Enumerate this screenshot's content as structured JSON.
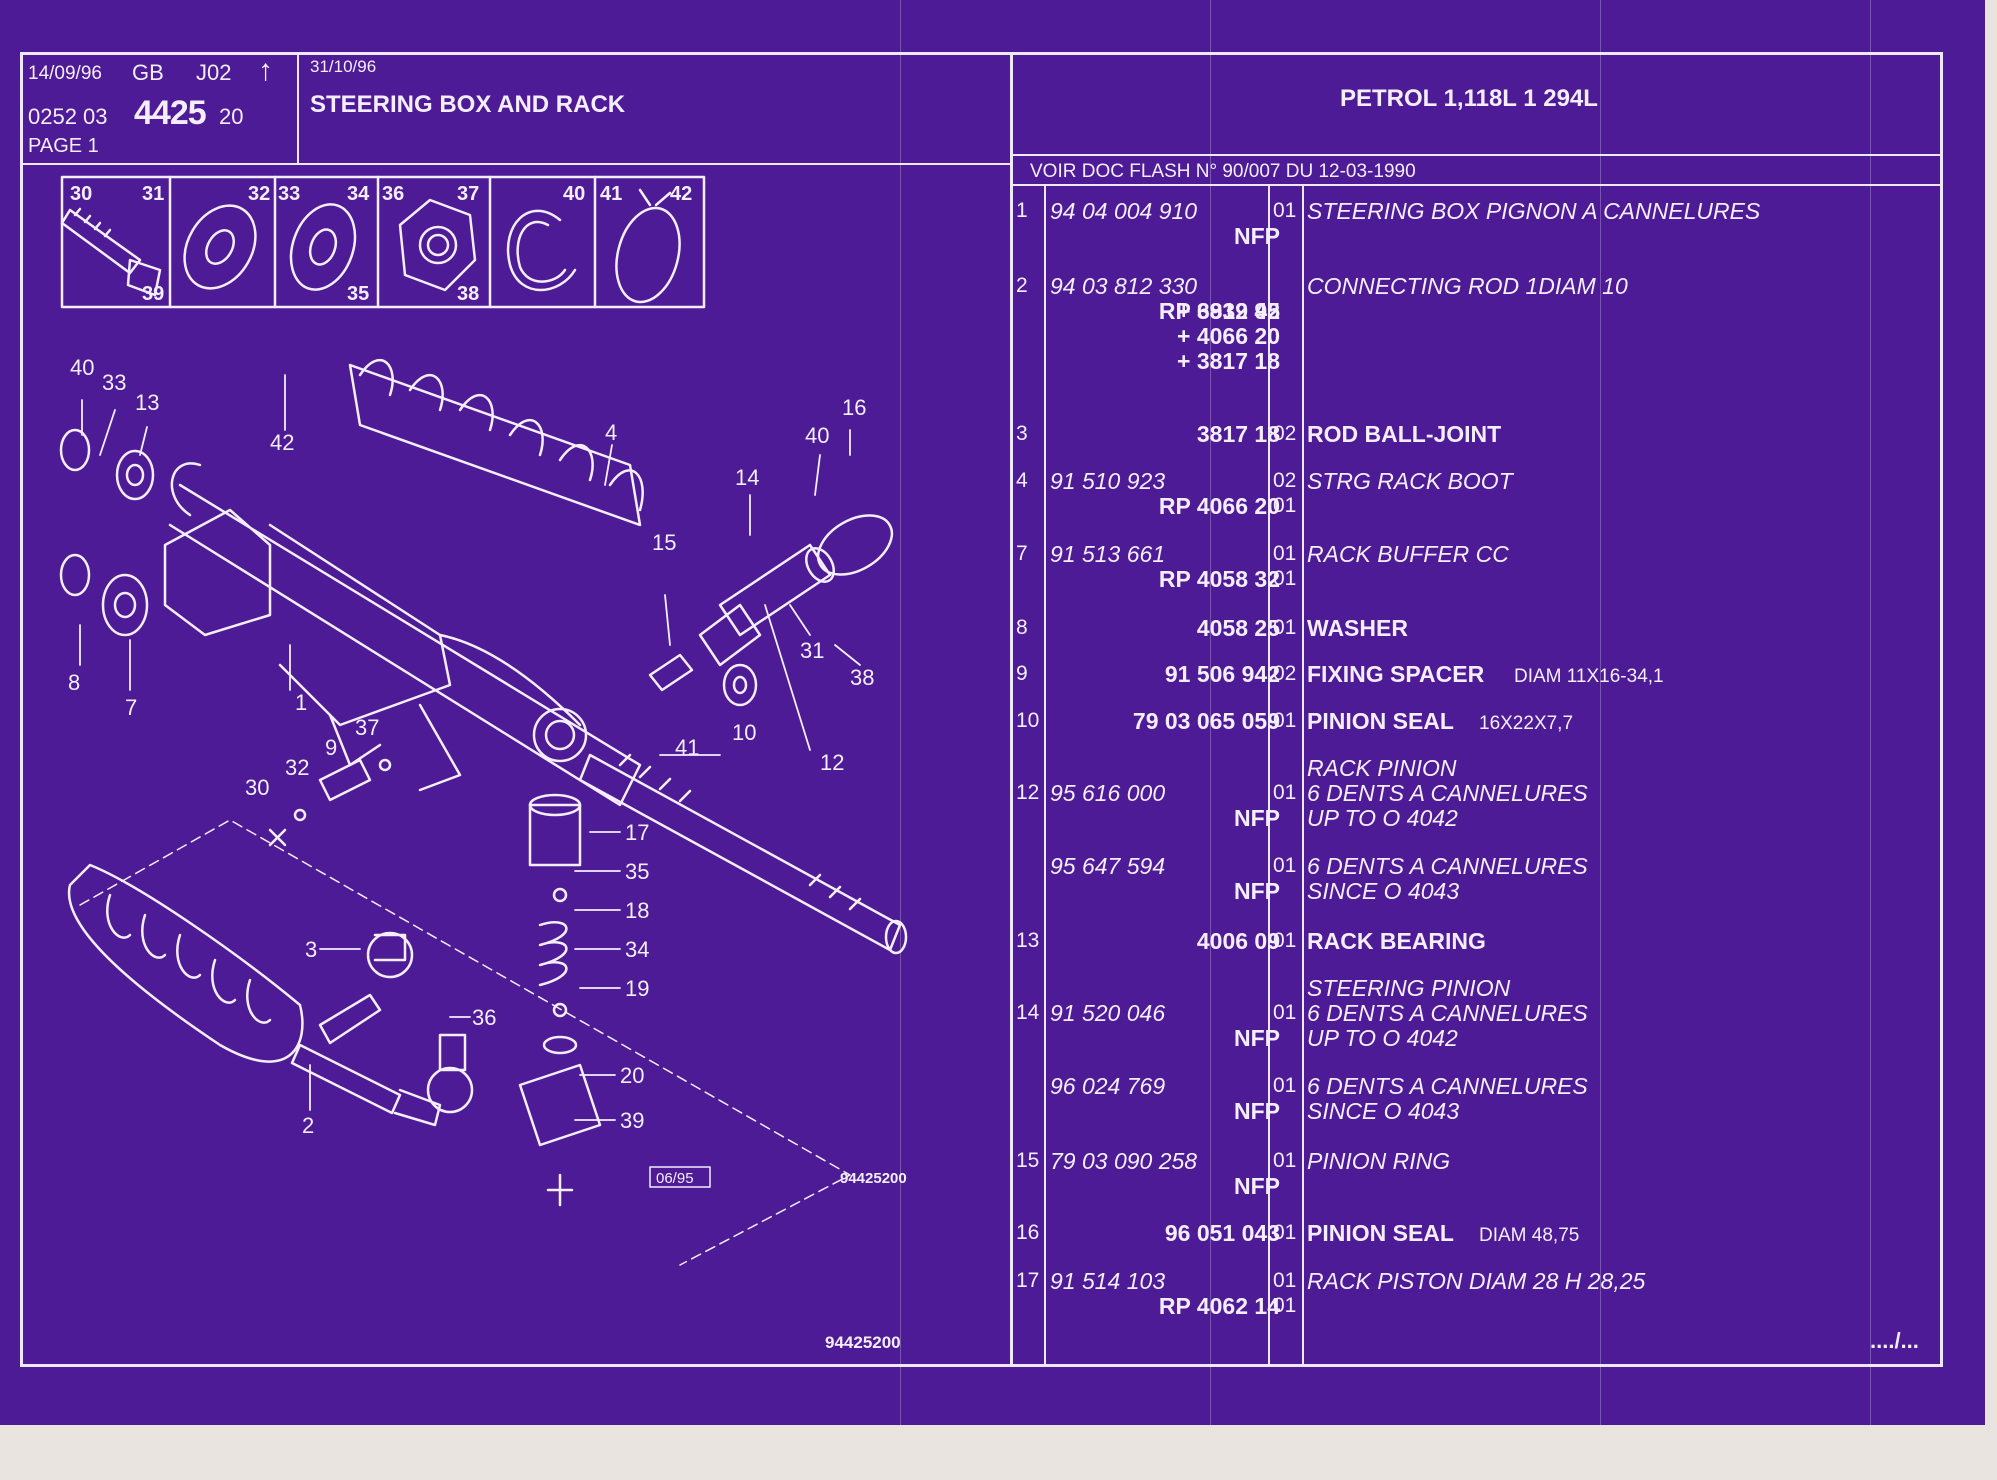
{
  "header": {
    "date_left": "14/09/96",
    "lang": "GB",
    "code": "J02",
    "arrow": "↑",
    "ref_prefix": "0252 03",
    "ref_main": "4425",
    "ref_suffix": "20",
    "page": "PAGE 1",
    "date_right": "31/10/96",
    "title": "STEERING BOX AND RACK",
    "engine": "PETROL 1,118L 1 294L",
    "flash_note": "VOIR DOC FLASH N° 90/007 DU 12-03-1990"
  },
  "hardware_boxes": [
    {
      "tl": "30",
      "tr": "31",
      "br": "39"
    },
    {
      "tl": "",
      "tr": "32",
      "br": ""
    },
    {
      "tl": "33",
      "tr": "34",
      "br": "35"
    },
    {
      "tl": "36",
      "tr": "37",
      "br": "38"
    },
    {
      "tl": "",
      "tr": "40",
      "br": ""
    },
    {
      "tl": "41",
      "tr": "42",
      "br": ""
    }
  ],
  "callouts": [
    {
      "id": "c40a",
      "t": "40"
    },
    {
      "id": "c33a",
      "t": "33"
    },
    {
      "id": "c13",
      "t": "13"
    },
    {
      "id": "c42",
      "t": "42"
    },
    {
      "id": "c4",
      "t": "4"
    },
    {
      "id": "c16",
      "t": "16"
    },
    {
      "id": "c40b",
      "t": "40"
    },
    {
      "id": "c14",
      "t": "14"
    },
    {
      "id": "c15",
      "t": "15"
    },
    {
      "id": "c8",
      "t": "8"
    },
    {
      "id": "c7",
      "t": "7"
    },
    {
      "id": "c1",
      "t": "1"
    },
    {
      "id": "c31",
      "t": "31"
    },
    {
      "id": "c38",
      "t": "38"
    },
    {
      "id": "c10",
      "t": "10"
    },
    {
      "id": "c41",
      "t": "41"
    },
    {
      "id": "c12",
      "t": "12"
    },
    {
      "id": "c37",
      "t": "37"
    },
    {
      "id": "c9",
      "t": "9"
    },
    {
      "id": "c32",
      "t": "32"
    },
    {
      "id": "c30",
      "t": "30"
    },
    {
      "id": "c17",
      "t": "17"
    },
    {
      "id": "c35",
      "t": "35"
    },
    {
      "id": "c18",
      "t": "18"
    },
    {
      "id": "c34",
      "t": "34"
    },
    {
      "id": "c19",
      "t": "19"
    },
    {
      "id": "c3",
      "t": "3"
    },
    {
      "id": "c36",
      "t": "36"
    },
    {
      "id": "c20",
      "t": "20"
    },
    {
      "id": "c39",
      "t": "39"
    },
    {
      "id": "c2",
      "t": "2"
    }
  ],
  "diagram_stamp": "06/95",
  "diagram_code": "94425200",
  "footer_code": "94425200",
  "continued": "..../...",
  "parts": [
    {
      "idx": "1",
      "ref": "94 04 004 910",
      "ref2": "NFP",
      "qty": "01",
      "qty2": "",
      "desc": "STEERING BOX PIGNON A CANNELURES",
      "desc_bold": false
    },
    {
      "idx": "2",
      "ref": "94 03 812 330",
      "ref2": "RP  3812 95",
      "qty": "",
      "qty2": "",
      "desc": "CONNECTING ROD 1DIAM 10",
      "desc_bold": false
    },
    {
      "idx": "",
      "ref": "",
      "ref2": "+  6939 42",
      "qty": "",
      "qty2": "",
      "desc": "",
      "desc_bold": false
    },
    {
      "idx": "",
      "ref": "",
      "ref2": "+  4066 20",
      "qty": "",
      "qty2": "",
      "desc": "",
      "desc_bold": false
    },
    {
      "idx": "",
      "ref": "",
      "ref2": "+  3817 18",
      "qty": "",
      "qty2": "",
      "desc": "",
      "desc_bold": false
    },
    {
      "idx": "3",
      "ref": "",
      "ref2": "3817 18",
      "qty": "02",
      "qty2": "",
      "desc": "ROD BALL-JOINT",
      "desc_bold": true
    },
    {
      "idx": "4",
      "ref": "91 510 923",
      "ref2": "RP  4066 20",
      "qty": "02",
      "qty2": "01",
      "desc": "STRG RACK BOOT",
      "desc_bold": false
    },
    {
      "idx": "7",
      "ref": "91 513 661",
      "ref2": "RP  4058 32",
      "qty": "01",
      "qty2": "01",
      "desc": "RACK BUFFER CC",
      "desc_bold": false
    },
    {
      "idx": "8",
      "ref": "",
      "ref2": "4058 25",
      "qty": "01",
      "qty2": "",
      "desc": "WASHER",
      "desc_bold": true
    },
    {
      "idx": "9",
      "ref": "",
      "ref2": "91 506 942",
      "qty": "02",
      "qty2": "",
      "desc": "FIXING SPACER",
      "desc_bold": true,
      "desc_extra": "DIAM 11X16-34,1"
    },
    {
      "idx": "10",
      "ref": "",
      "ref2": "79 03 065 059",
      "qty": "01",
      "qty2": "",
      "desc": "PINION SEAL",
      "desc_bold": true,
      "desc_extra": "16X22X7,7"
    },
    {
      "idx": "",
      "ref": "",
      "ref2": "",
      "qty": "",
      "qty2": "",
      "desc": "RACK PINION",
      "desc_bold": false
    },
    {
      "idx": "12",
      "ref": "95 616 000",
      "ref2": "NFP",
      "qty": "01",
      "qty2": "",
      "desc": "6 DENTS A CANNELURES",
      "desc_bold": false,
      "desc2": "UP  TO  O  4042"
    },
    {
      "idx": "",
      "ref": "95 647 594",
      "ref2": "NFP",
      "qty": "01",
      "qty2": "",
      "desc": "6 DENTS A CANNELURES",
      "desc_bold": false,
      "desc2": "SINCE  O  4043"
    },
    {
      "idx": "13",
      "ref": "",
      "ref2": "4006 09",
      "qty": "01",
      "qty2": "",
      "desc": "RACK BEARING",
      "desc_bold": true
    },
    {
      "idx": "",
      "ref": "",
      "ref2": "",
      "qty": "",
      "qty2": "",
      "desc": "STEERING PINION",
      "desc_bold": false
    },
    {
      "idx": "14",
      "ref": "91 520 046",
      "ref2": "NFP",
      "qty": "01",
      "qty2": "",
      "desc": "6 DENTS A CANNELURES",
      "desc_bold": false,
      "desc2": "UP  TO  O  4042"
    },
    {
      "idx": "",
      "ref": "96 024 769",
      "ref2": "NFP",
      "qty": "01",
      "qty2": "",
      "desc": "6 DENTS A CANNELURES",
      "desc_bold": false,
      "desc2": "SINCE  O  4043"
    },
    {
      "idx": "15",
      "ref": "79 03 090 258",
      "ref2": "NFP",
      "qty": "01",
      "qty2": "",
      "desc": "PINION RING",
      "desc_bold": false
    },
    {
      "idx": "16",
      "ref": "",
      "ref2": "96 051 043",
      "qty": "01",
      "qty2": "",
      "desc": "PINION SEAL",
      "desc_bold": true,
      "desc_extra": "DIAM 48,75"
    },
    {
      "idx": "17",
      "ref": "91 514 103",
      "ref2": "RP  4062 14",
      "qty": "01",
      "qty2": "01",
      "desc": "RACK PISTON DIAM 28 H 28,25",
      "desc_bold": false
    }
  ],
  "colors": {
    "background": "#4e1b96",
    "ink": "#f4eefc",
    "margin": "#e9e4df"
  }
}
